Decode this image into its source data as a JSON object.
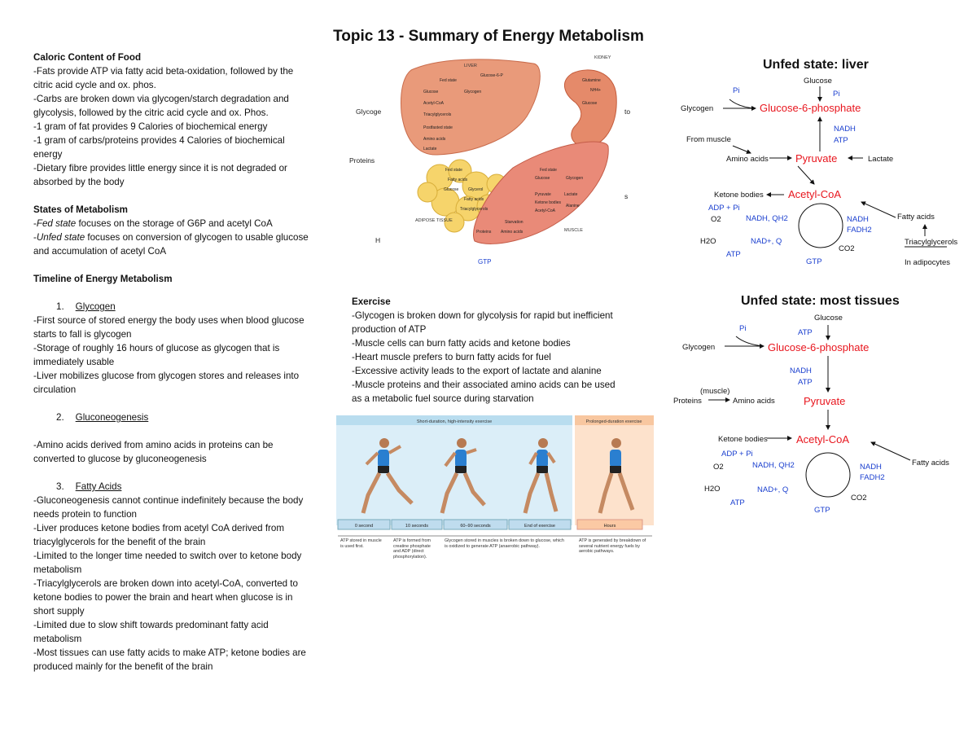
{
  "title": "Topic 13 - Summary of Energy Metabolism",
  "left": {
    "caloric": {
      "heading": "Caloric Content of Food",
      "lines": [
        "-Fats provide ATP via fatty acid beta-oxidation, followed by the citric acid cycle and ox. phos.",
        "-Carbs are broken down via glycogen/starch degradation and glycolysis, followed by the citric acid cycle and ox. Phos.",
        "-1 gram of fat provides 9 Calories of biochemical energy",
        "-1 gram of carbs/proteins provides 4 Calories of biochemical energy",
        "-Dietary fibre provides little energy since it is not degraded or absorbed by the body"
      ]
    },
    "states": {
      "heading": "States of Metabolism",
      "fed_term": "Fed state",
      "fed_rest": " focuses on the storage of G6P and acetyl CoA",
      "unfed_term": "Unfed state",
      "unfed_rest": " focuses on conversion of glycogen to usable glucose and accumulation of acetyl CoA"
    },
    "timeline": {
      "heading": "Timeline of Energy Metabolism",
      "glycogen_num": "1.",
      "glycogen_title": "Glycogen",
      "glycogen_lines": [
        "-First source of stored energy the body uses when blood glucose starts to fall is glycogen",
        "-Storage of roughly 16 hours of glucose as glycogen that is immediately usable",
        "-Liver mobilizes glucose from glycogen stores and releases into circulation"
      ],
      "gluco_num": "2.",
      "gluco_title": "Gluconeogenesis",
      "gluco_lines": [
        "-Amino acids derived from amino acids in proteins can be converted to glucose by gluconeogenesis"
      ],
      "fatty_num": "3.",
      "fatty_title": "Fatty Acids",
      "fatty_lines": [
        "-Gluconeogenesis cannot continue indefinitely because the body needs protein to function",
        "-Liver produces ketone bodies from acetyl CoA derived from triacylglycerols for the benefit of the brain",
        "-Limited to the longer time needed to switch over to ketone body metabolism",
        "-Triacylglycerols are broken down into acetyl-CoA, converted to ketone bodies to power the brain and heart when glucose is in short supply",
        "-Limited due to slow shift towards predominant fatty acid metabolism",
        "-Most tissues can use fatty acids to make ATP; ketone bodies are produced mainly for the benefit of the brain"
      ]
    }
  },
  "exercise": {
    "heading": "Exercise",
    "lines": [
      "-Glycogen is broken down for glycolysis for rapid but inefficient production of ATP",
      "-Muscle cells can burn fatty acids and ketone bodies",
      "-Heart muscle prefers to burn fatty acids for fuel",
      "-Excessive activity leads to the export of lactate and alanine",
      "-Muscle proteins and their associated amino acids can be used as a metabolic fuel source during starvation"
    ]
  },
  "organ_figure": {
    "liver": "LIVER",
    "kidney": "KIDNEY",
    "adipose": "ADIPOSE TISSUE",
    "muscle": "MUSCLE",
    "glycogen": "Glycoge",
    "proteins": "Proteins",
    "to": "to",
    "s": "s",
    "h": "H",
    "gtp": "GTP",
    "liver_labels": [
      "Fed state",
      "Glucose",
      "Glycogen",
      "Acetyl-CoA",
      "Triacylglycerols",
      "Postfasted state",
      "Amino acids",
      "Lactate",
      "Glucose-6-P"
    ],
    "adipose_labels": [
      "Fed state",
      "Fatty acids",
      "Glucose",
      "Glycerol",
      "Fatty acids",
      "Triacylglycerols"
    ],
    "muscle_labels": [
      "Fed state",
      "Glucose",
      "Glycogen",
      "Pyruvate",
      "Lactate",
      "Ketone bodies",
      "Acetyl-CoA",
      "Alanine",
      "Starvation",
      "Proteins",
      "Amino acids"
    ],
    "kidney_labels": [
      "Glutamine",
      "Glucose",
      "NH4+"
    ]
  },
  "exercise_figure": {
    "short_header": "Short-duration, high-intensity exercise",
    "long_header": "Prolonged-duration exercise",
    "timeline": [
      "0 second",
      "10 seconds",
      "60–90 seconds",
      "End of exercise",
      "Hours"
    ],
    "captions": [
      "ATP stored in muscle is used first.",
      "ATP is formed from creatine phosphate and ADP (direct phosphorylation).",
      "Glycogen stored in muscles is broken down to glucose, which is oxidized to generate ATP (anaerobic pathway).",
      "ATP is generated by breakdown of several nutrient energy fuels by aerobic pathways."
    ]
  },
  "liver_diagram": {
    "title": "Unfed state: liver",
    "glucose": "Glucose",
    "pi_top": "Pi",
    "pi_mid": "Pi",
    "glycogen": "Glycogen",
    "g6p": "Glucose-6-phosphate",
    "nadh": "NADH",
    "atp": "ATP",
    "from_muscle": "From muscle",
    "amino_acids": "Amino acids",
    "pyruvate": "Pyruvate",
    "lactate": "Lactate",
    "ketone_bodies": "Ketone bodies",
    "acetyl_coa": "Acetyl-CoA",
    "adp_pi": "ADP + Pi",
    "o2": "O2",
    "nadh_qh2": "NADH, QH2",
    "nadh2": "NADH",
    "fadh2": "FADH2",
    "fatty_acids": "Fatty acids",
    "h2o": "H2O",
    "nad_q": "NAD+, Q",
    "co2": "CO2",
    "atp2": "ATP",
    "gtp": "GTP",
    "triacyl": "Triacylglycerols",
    "adipocytes": "In adipocytes"
  },
  "tissue_diagram": {
    "title": "Unfed state: most tissues",
    "glucose": "Glucose",
    "atp_top": "ATP",
    "pi": "Pi",
    "glycogen": "Glycogen",
    "g6p": "Glucose-6-phosphate",
    "nadh": "NADH",
    "atp": "ATP",
    "muscle": "(muscle)",
    "proteins": "Proteins",
    "amino_acids": "Amino acids",
    "pyruvate": "Pyruvate",
    "ketone_bodies": "Ketone bodies",
    "acetyl_coa": "Acetyl-CoA",
    "adp_pi": "ADP + Pi",
    "o2": "O2",
    "nadh_qh2": "NADH, QH2",
    "nadh2": "NADH",
    "fadh2": "FADH2",
    "fatty_acids": "Fatty acids",
    "h2o": "H2O",
    "nad_q": "NAD+, Q",
    "co2": "CO2",
    "atp2": "ATP",
    "gtp": "GTP"
  }
}
